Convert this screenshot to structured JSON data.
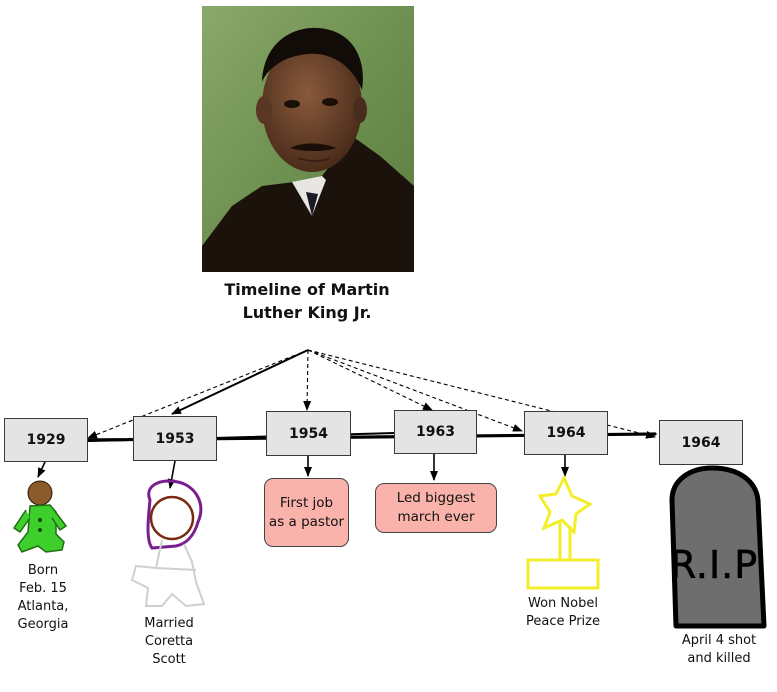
{
  "title_lines": [
    "Timeline of Martin",
    "Luther King Jr."
  ],
  "milestones": [
    {
      "year": "1929",
      "caption": [
        "Born",
        "Feb. 15",
        "Atlanta,",
        "Georgia"
      ]
    },
    {
      "year": "1953",
      "caption": [
        "Married",
        "Coretta",
        "Scott"
      ]
    },
    {
      "year": "1954",
      "event": [
        "First job",
        "as a pastor"
      ]
    },
    {
      "year": "1963",
      "event": [
        "Led biggest",
        "march ever"
      ]
    },
    {
      "year": "1964",
      "caption": [
        "Won Nobel",
        "Peace Prize"
      ]
    },
    {
      "year": "1964",
      "caption": [
        "April 4 shot",
        "and killed"
      ]
    }
  ],
  "tombstone_text": "R.I.P",
  "colors": {
    "year_box_fill": "#e4e4e4",
    "event_box_fill": "#f9b3ab",
    "baby_green": "#3fcf2c",
    "baby_skin": "#8b5a2b",
    "bride_purple": "#7a1d8f",
    "star_yellow": "#f2ee2a",
    "tombstone_gray": "#6e6e6e"
  }
}
